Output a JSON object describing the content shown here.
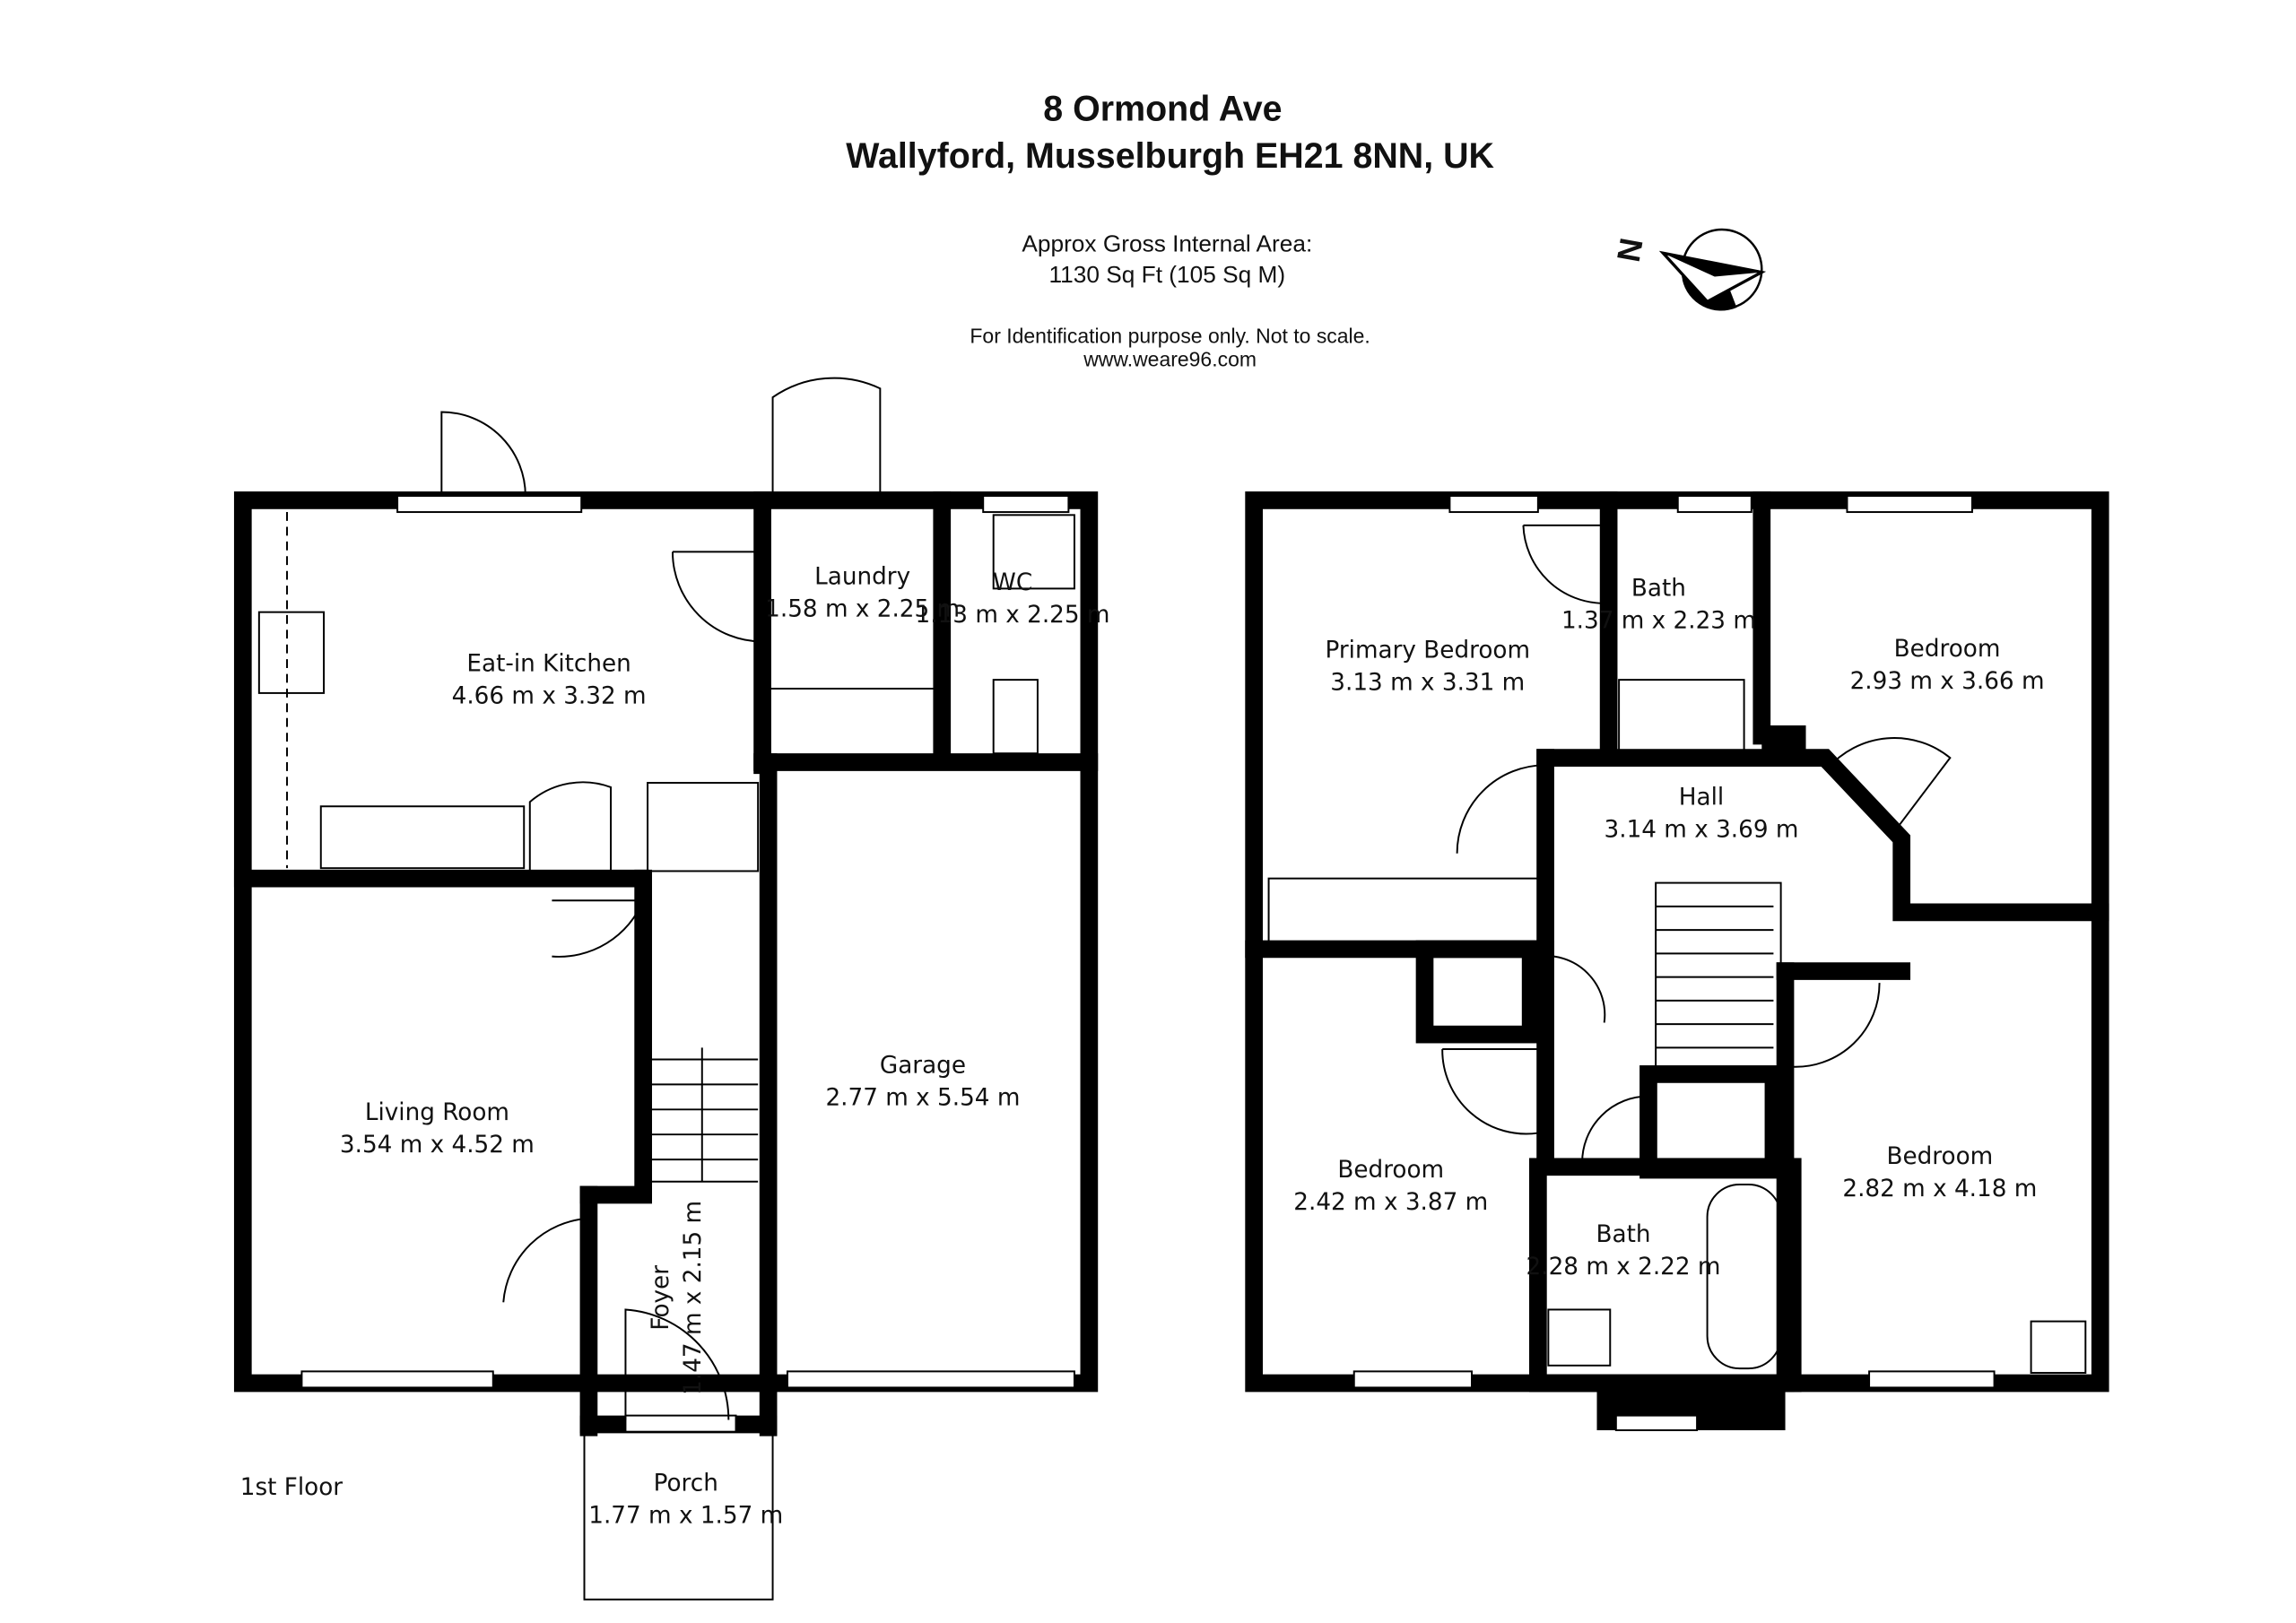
{
  "header": {
    "address_line1": "8 Ormond Ave",
    "address_line2": "Wallyford, Musselburgh EH21 8NN, UK",
    "area_label": "Approx Gross Internal Area:",
    "area_value": "1130 Sq Ft (105 Sq M)",
    "disclaimer": "For Identification purpose only. Not to scale.",
    "website": "www.weare96.com",
    "compass_label": "N"
  },
  "floors": {
    "ground": {
      "label": "1st Floor",
      "rooms": [
        {
          "name": "Eat-in Kitchen",
          "size": "4.66 m x 3.32 m"
        },
        {
          "name": "Laundry",
          "size": "1.58 m x 2.25 m"
        },
        {
          "name": "WC",
          "size": "1.13 m x 2.25 m"
        },
        {
          "name": "Living Room",
          "size": "3.54 m x 4.52 m"
        },
        {
          "name": "Garage",
          "size": "2.77 m x 5.54 m"
        },
        {
          "name": "Foyer",
          "size": "1.47 m x 2.15 m"
        },
        {
          "name": "Porch",
          "size": "1.77 m x 1.57 m"
        }
      ]
    },
    "upper": {
      "rooms": [
        {
          "name": "Primary Bedroom",
          "size": "3.13 m x 3.31 m"
        },
        {
          "name": "Bath",
          "size": "1.37 m x 2.23 m"
        },
        {
          "name": "Bedroom",
          "size": "2.93 m x 3.66 m"
        },
        {
          "name": "Hall",
          "size": "3.14 m x 3.69 m"
        },
        {
          "name": "Bedroom",
          "size": "2.42 m x 3.87 m"
        },
        {
          "name": "Bath",
          "size": "2.28 m x 2.22 m"
        },
        {
          "name": "Bedroom",
          "size": "2.82 m x 4.18 m"
        }
      ]
    }
  }
}
